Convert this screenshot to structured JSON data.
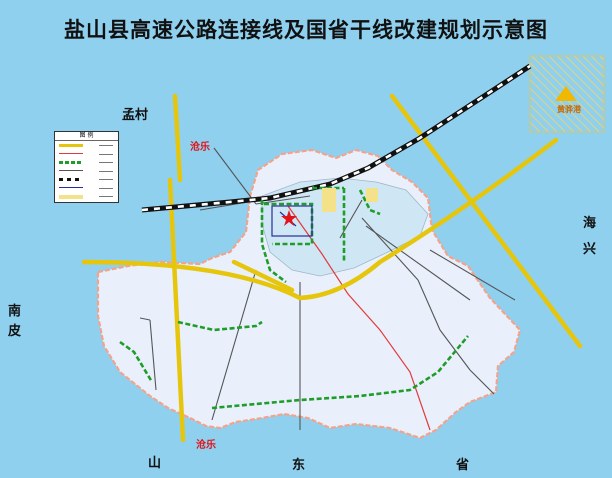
{
  "map": {
    "title": "盐山县高速公路连接线及国省干线改建规划示意图",
    "legend_title": "图 例",
    "labels": {
      "mengcun": "孟村",
      "haixing_sea": "海",
      "haixing_xing": "兴",
      "nanpi_nan": "南",
      "nanpi_pi": "皮",
      "shandong_shan": "山",
      "shandong_dong": "东",
      "shandong_sheng": "省",
      "cangle_n": "沧乐",
      "cangle_s": "沧乐",
      "huanghua_badge": "黄骅港"
    }
  }
}
